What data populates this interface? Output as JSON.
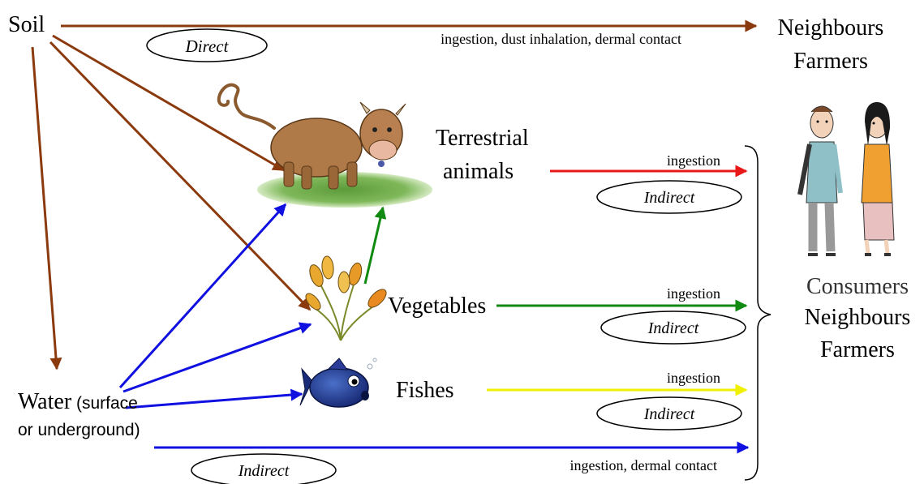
{
  "nodes": {
    "soil": "Soil",
    "water_main": "Water",
    "water_paren": " (surface",
    "water_line2": "or underground)",
    "terrestrial_line1": "Terrestrial",
    "terrestrial_line2": "animals",
    "vegetables": "Vegetables",
    "fishes": "Fishes"
  },
  "receptors": {
    "top_line1": "Neighbours",
    "top_line2": "Farmers",
    "right_line1": "Consumers",
    "right_line2": "Neighbours",
    "right_line3": "Farmers"
  },
  "pathways": {
    "soil_direct": "ingestion, dust inhalation, dermal contact",
    "animals": "ingestion",
    "vegetables": "ingestion",
    "fishes": "ingestion",
    "water_direct": "ingestion, dermal contact"
  },
  "labels": {
    "direct": "Direct",
    "indirect_animals": "Indirect",
    "indirect_vegetables": "Indirect",
    "indirect_fishes": "Indirect",
    "indirect_water": "Indirect"
  },
  "colors": {
    "soil_arrow": "#8B3A0E",
    "water_arrow": "#1010E0",
    "animals_arrow": "#E81818",
    "vegetables_arrow": "#108A10",
    "fishes_arrow": "#F0F000"
  }
}
